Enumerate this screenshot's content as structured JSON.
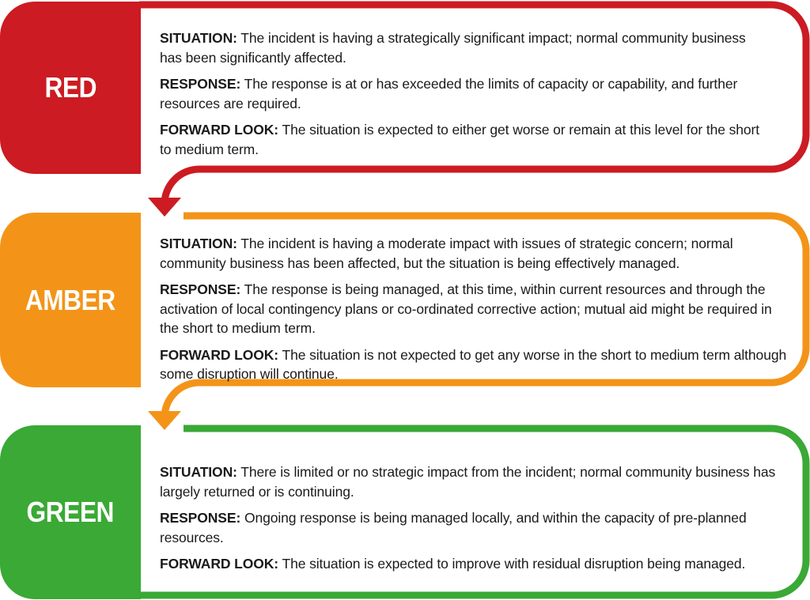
{
  "colors": {
    "red": "#cc1b22",
    "amber": "#f39418",
    "green": "#3aa935"
  },
  "levels": [
    {
      "name": "RED",
      "situation_label": "SITUATION:",
      "situation": " The incident is having a strategically significant impact; normal community business has been significantly affected.",
      "response_label": "RESPONSE:",
      "response": " The response is at or has exceeded the limits of capacity or capability, and further resources are required.",
      "forward_label": "FORWARD LOOK:",
      "forward": " The situation is expected to either get worse or remain at this level for the short to medium term."
    },
    {
      "name": "AMBER",
      "situation_label": "SITUATION:",
      "situation": " The incident is having a moderate impact with issues of strategic concern; normal community business has been affected, but the situation is being effectively managed.",
      "response_label": "RESPONSE:",
      "response": " The response is being managed, at this time, within current resources and through the activation of local contingency plans or co-ordinated corrective action; mutual aid might be required in the short to medium term.",
      "forward_label": "FORWARD LOOK:",
      "forward": " The situation is not expected to get any worse in the short to medium term although some disruption will continue."
    },
    {
      "name": "GREEN",
      "situation_label": "SITUATION:",
      "situation": " There is limited or no strategic impact from the incident; normal community business has largely returned or is continuing.",
      "response_label": "RESPONSE:",
      "response": " Ongoing response is being managed locally, and within the capacity of pre-planned resources.",
      "forward_label": "FORWARD LOOK:",
      "forward": " The situation is expected to improve with residual disruption being managed."
    }
  ]
}
